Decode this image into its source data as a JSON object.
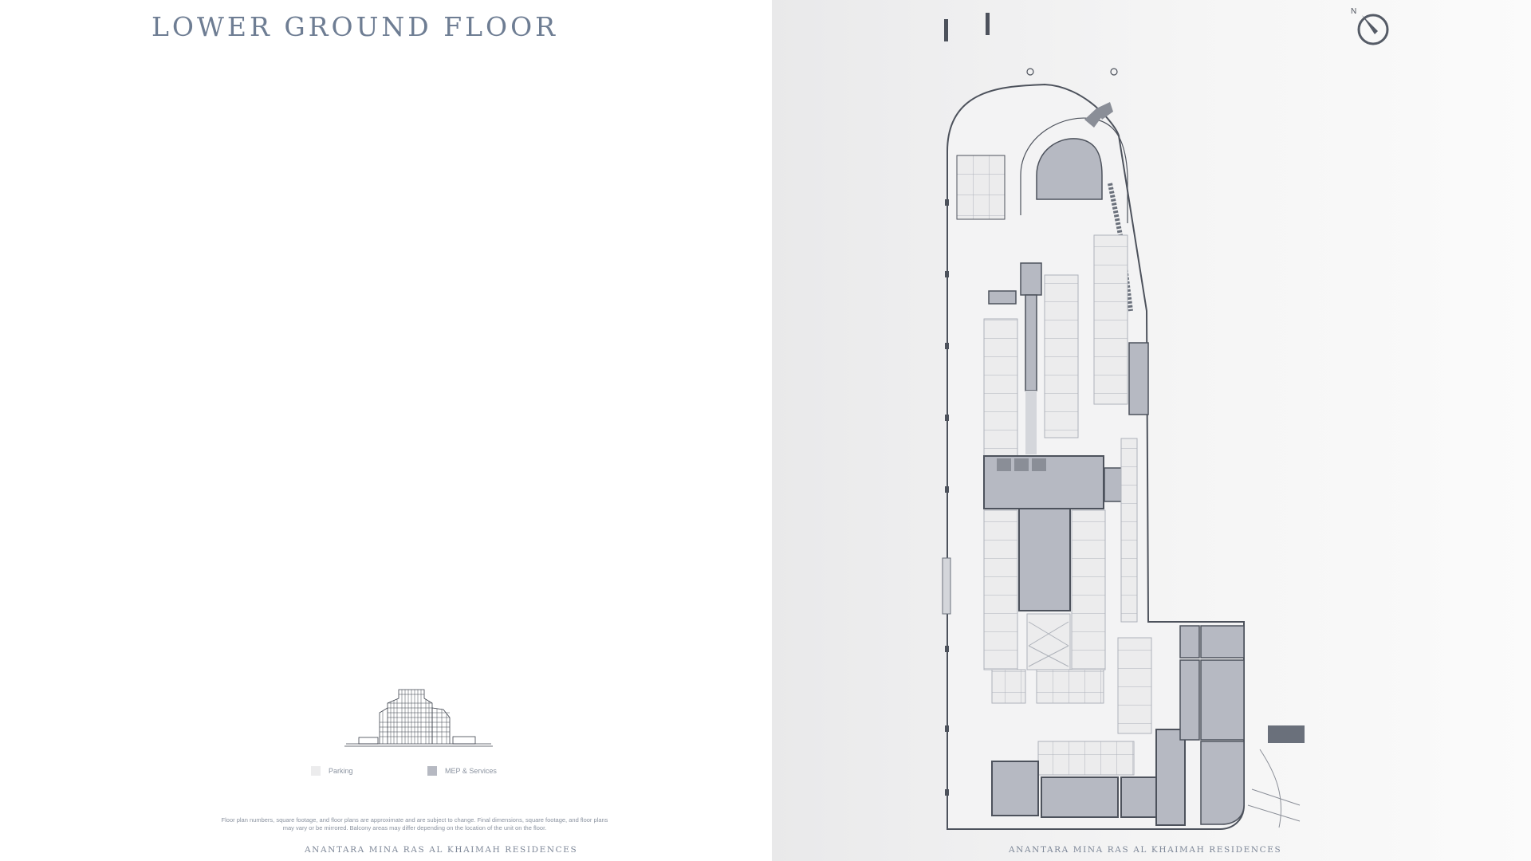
{
  "page": {
    "title": "LOWER GROUND FLOOR",
    "north_label": "N"
  },
  "legend": {
    "parking_label": "Parking",
    "parking_color": "#ececed",
    "mep_label": "MEP & Services",
    "mep_color": "#b6b9c2"
  },
  "disclaimer": {
    "line1": "Floor plan numbers, square footage, and floor plans are approximate and are subject to change. Final dimensions, square footage, and floor plans",
    "line2": "may vary or be mirrored. Balcony areas may differ depending on the location of the unit on the floor."
  },
  "footer": {
    "left": "ANANTARA MINA RAS AL KHAIMAH RESIDENCES",
    "right": "ANANTARA MINA RAS AL KHAIMAH RESIDENCES"
  },
  "colors": {
    "title": "#6e7d93",
    "mep_fill": "#b6b9c2",
    "parking_fill": "#ececed",
    "wall": "#4d525c"
  }
}
